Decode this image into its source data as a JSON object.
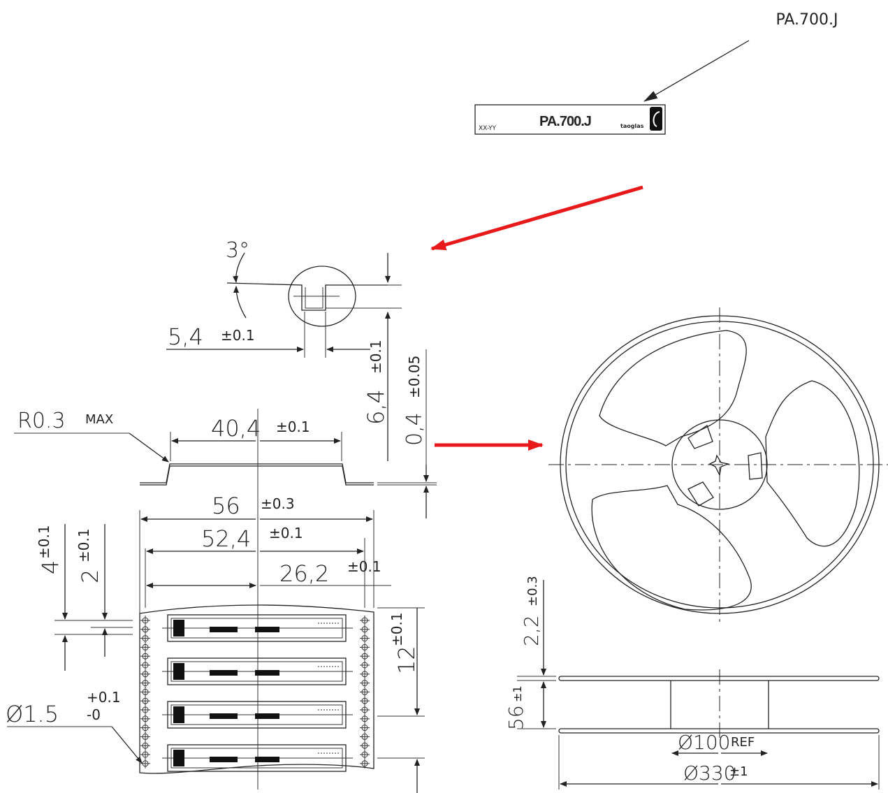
{
  "callout": {
    "part_number": "PA.700.J"
  },
  "label": {
    "date_code": "XX-YY",
    "part_number": "PA.700.J",
    "brand": "taoglas"
  },
  "detail": {
    "angle": "3°",
    "dim_a": "5,4",
    "dim_a_tol": "±0.1"
  },
  "profile": {
    "radius": "R0.3",
    "radius_note": "MAX",
    "width": "40,4",
    "width_tol": "±0.1",
    "height": "6,4",
    "height_tol": "±0.1",
    "thickness": "0,4",
    "thickness_tol": "±0.05"
  },
  "tape": {
    "width": "56",
    "width_tol": "±0.3",
    "pitch_span": "52,4",
    "pitch_span_tol": "±0.1",
    "half_span": "26,2",
    "half_span_tol": "±0.1",
    "hole_pitch": "4",
    "hole_pitch_tol": "±0.1",
    "hole_offset": "2",
    "hole_offset_tol": "±0.1",
    "pocket_pitch": "12",
    "pocket_pitch_tol": "±0.1",
    "hole_dia": "Ø1.5",
    "hole_dia_tol_plus": "+0.1",
    "hole_dia_tol_minus": "-0"
  },
  "reel": {
    "flange_gap": "2,2",
    "flange_gap_tol": "±0.3",
    "hub_width": "56",
    "hub_width_tol": "±1",
    "hub_dia": "Ø100",
    "hub_dia_note": "REF",
    "outer_dia": "Ø330",
    "outer_dia_tol": "±1"
  },
  "colors": {
    "line": "#222222",
    "arrow_red": "#e8191b"
  }
}
